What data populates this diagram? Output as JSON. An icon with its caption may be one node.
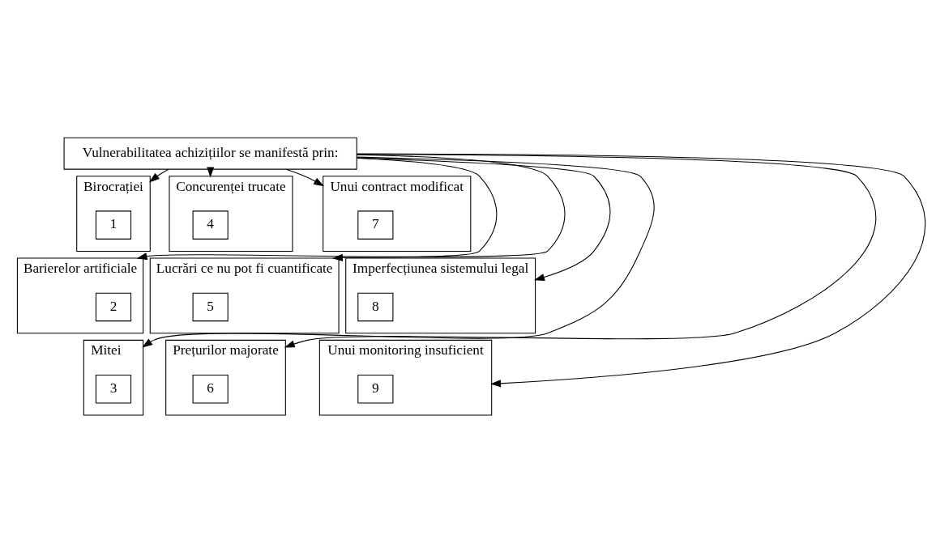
{
  "diagram": {
    "nodes": [
      {
        "text": [
          "Vulnerabilitatea achizițiilor se manifestă prin:"
        ]
      },
      {
        "text": [
          "Birocrației"
        ]
      },
      {
        "text": [
          "1"
        ],
        "in": 1
      },
      {
        "text": [
          "Concurenței trucate"
        ]
      },
      {
        "text": [
          "4"
        ],
        "in": 3
      },
      {
        "text": [
          "Unui contract modificat"
        ]
      },
      {
        "text": [
          "7"
        ],
        "in": 5
      },
      {
        "text": [
          "Barierelor artificiale"
        ]
      },
      {
        "text": [
          "2"
        ],
        "in": 7
      },
      {
        "text": [
          "Lucrări ce nu pot fi cuantificate"
        ]
      },
      {
        "text": [
          "5"
        ],
        "in": 9
      },
      {
        "text": [
          "Imperfecțiunea sistemului legal"
        ]
      },
      {
        "text": [
          "8"
        ],
        "in": 11
      },
      {
        "text": [
          "Mitei"
        ]
      },
      {
        "text": [
          "3"
        ],
        "in": 13
      },
      {
        "text": [
          "Prețurilor majorate"
        ]
      },
      {
        "text": [
          "6"
        ],
        "in": 15
      },
      {
        "text": [
          "Unui monitoring insuficient"
        ]
      },
      {
        "text": [
          "9"
        ],
        "in": 17
      }
    ],
    "edges": [
      {
        "from": 0,
        "to": 1,
        "arrow": "to"
      },
      {
        "from": 0,
        "to": 7,
        "arrow": "to"
      },
      {
        "from": 0,
        "to": 13,
        "arrow": "to"
      },
      {
        "from": 0,
        "to": 3,
        "arrow": "to"
      },
      {
        "from": 0,
        "to": 9,
        "arrow": "to"
      },
      {
        "from": 0,
        "to": 15,
        "arrow": "to"
      },
      {
        "from": 0,
        "to": 5,
        "arrow": "to"
      },
      {
        "from": 0,
        "to": 11,
        "arrow": "to"
      },
      {
        "from": 0,
        "to": 17,
        "arrow": "to"
      }
    ]
  }
}
